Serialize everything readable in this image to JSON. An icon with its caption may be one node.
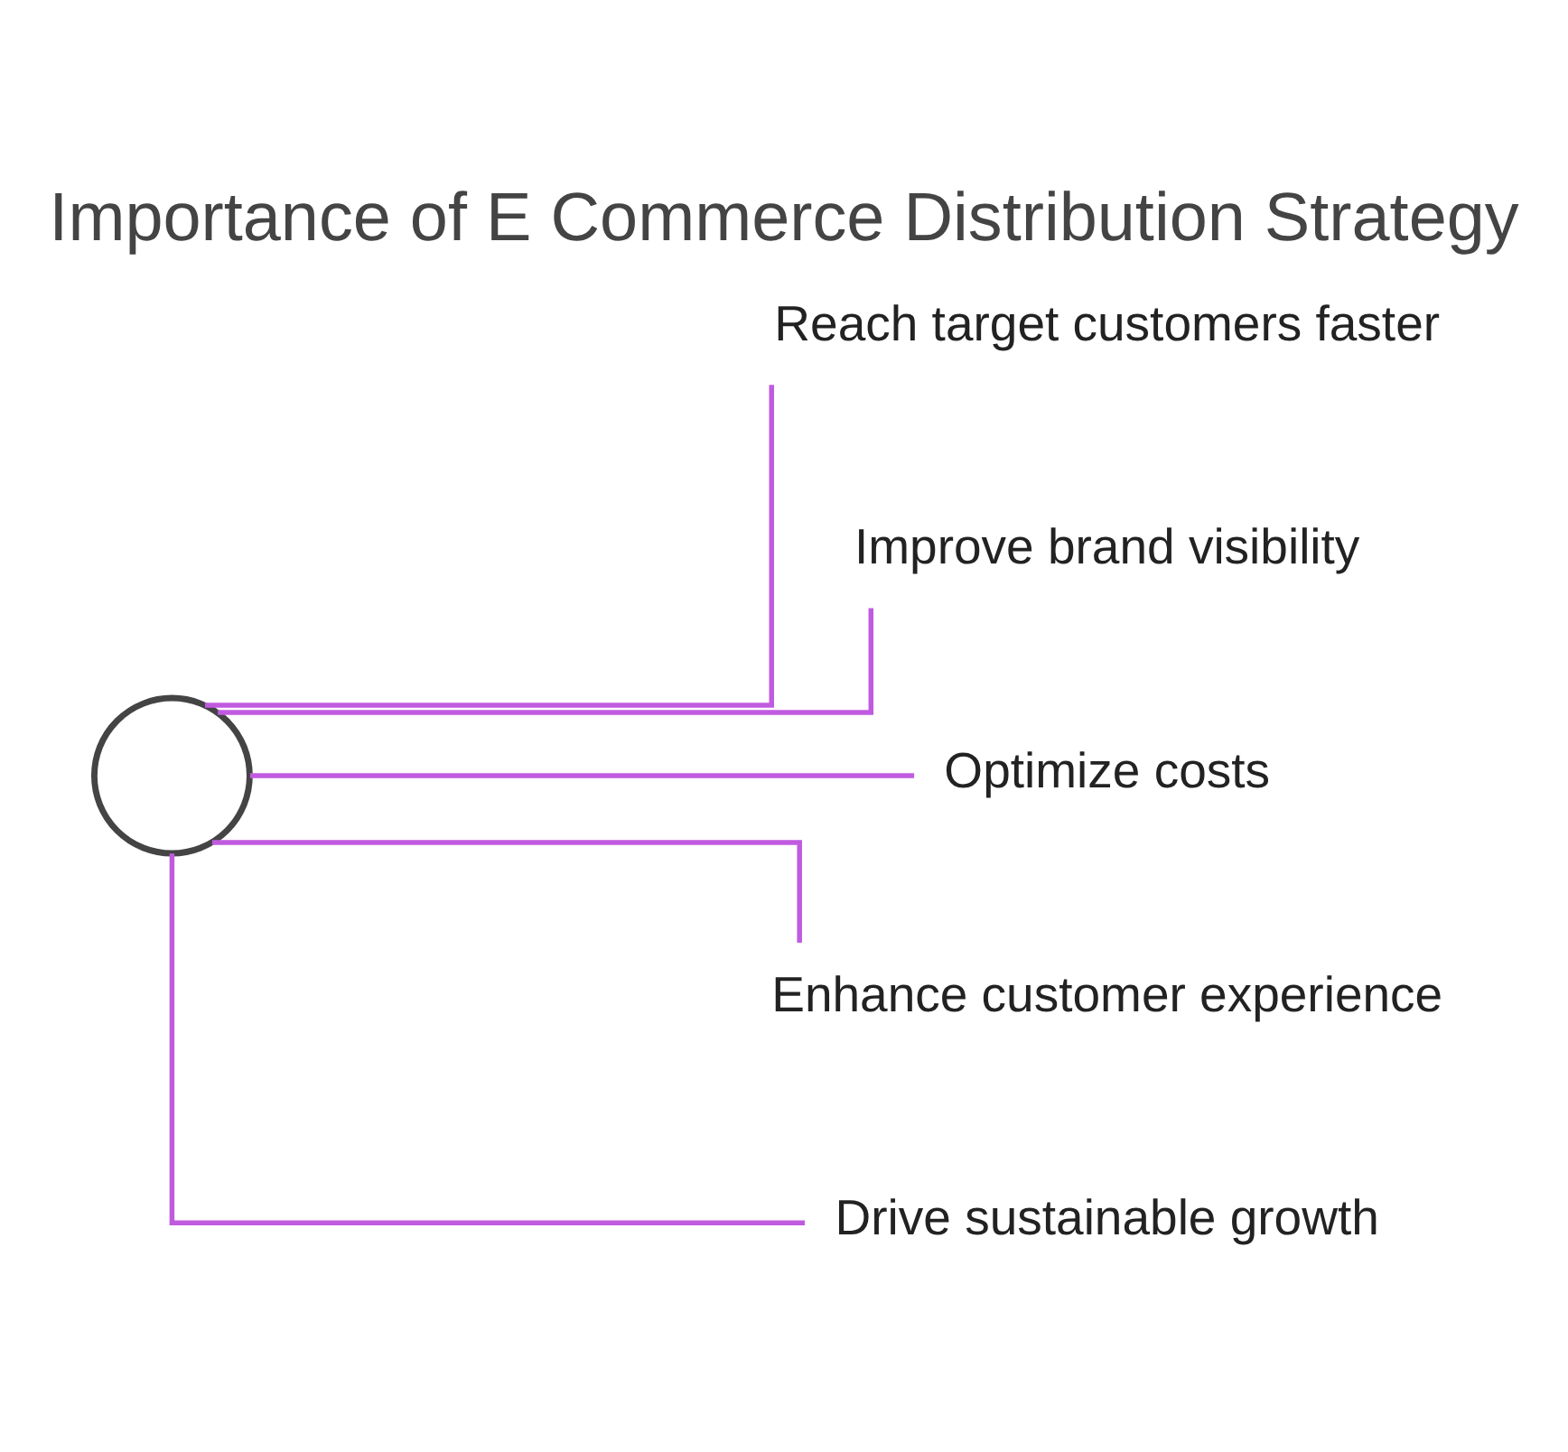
{
  "diagram": {
    "title": "Importance of E Commerce Distribution Strategy",
    "nodes": [
      {
        "text": [],
        "shape": "circle"
      },
      {
        "text": [
          "Reach target customers faster"
        ]
      },
      {
        "text": [
          "Improve brand visibility"
        ]
      },
      {
        "text": [
          "Optimize costs"
        ]
      },
      {
        "text": [
          "Enhance customer experience"
        ]
      },
      {
        "text": [
          "Drive sustainable growth"
        ]
      }
    ],
    "edges": [
      {
        "from": 0,
        "to": 1,
        "arrow": "none"
      },
      {
        "from": 0,
        "to": 2,
        "arrow": "none"
      },
      {
        "from": 0,
        "to": 3,
        "arrow": "none"
      },
      {
        "from": 0,
        "to": 4,
        "arrow": "none"
      },
      {
        "from": 0,
        "to": 5,
        "arrow": "none"
      }
    ]
  }
}
